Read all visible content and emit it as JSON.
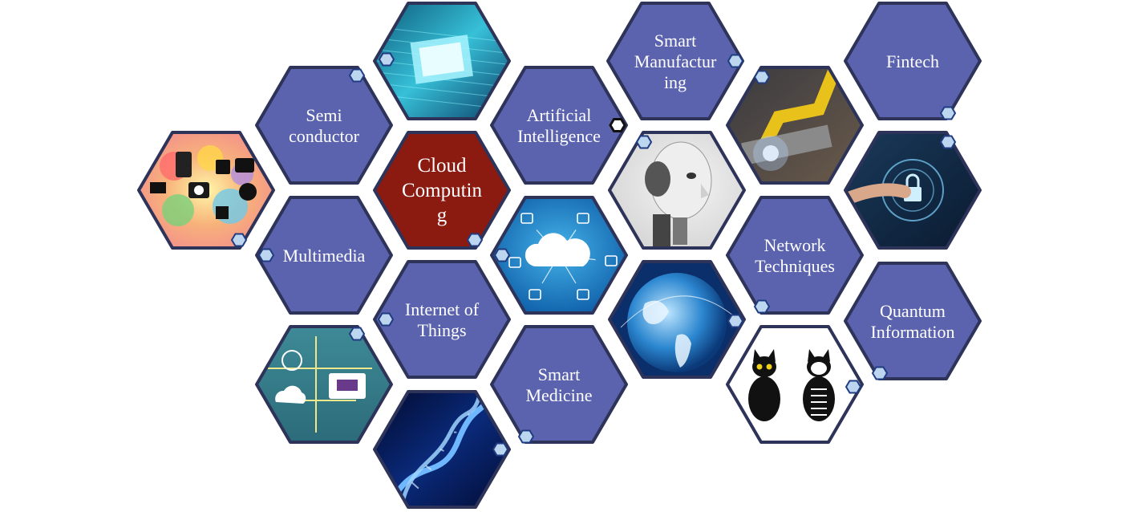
{
  "colors": {
    "topic_fill": "#5b63ae",
    "highlight_fill": "#8b1a10",
    "border": "#2e3359",
    "background": "#ffffff",
    "marker_fill": "#bcd6ef",
    "marker_stroke": "#1f3c82",
    "marker_dark": "#111111"
  },
  "topics": [
    {
      "id": "semiconductor",
      "lines": [
        "Semi",
        "conductor"
      ]
    },
    {
      "id": "cloud-computing",
      "lines": [
        "Cloud",
        "Computin",
        "g"
      ],
      "highlight": true
    },
    {
      "id": "artificial-intelligence",
      "lines": [
        "Artificial",
        "Intelligence"
      ]
    },
    {
      "id": "smart-manufacturing",
      "lines": [
        "Smart",
        "Manufactur",
        "ing"
      ]
    },
    {
      "id": "fintech",
      "lines": [
        "Fintech"
      ]
    },
    {
      "id": "multimedia",
      "lines": [
        "Multimedia"
      ]
    },
    {
      "id": "internet-of-things",
      "lines": [
        "Internet of",
        "Things"
      ]
    },
    {
      "id": "smart-medicine",
      "lines": [
        "Smart",
        "Medicine"
      ]
    },
    {
      "id": "network-techniques",
      "lines": [
        "Network",
        "Techniques"
      ]
    },
    {
      "id": "quantum-information",
      "lines": [
        "Quantum",
        "Information"
      ]
    }
  ],
  "images": [
    {
      "id": "social-media-icons"
    },
    {
      "id": "circuit-chip"
    },
    {
      "id": "robot-head"
    },
    {
      "id": "robot-arm-welding"
    },
    {
      "id": "cyber-security-lock"
    },
    {
      "id": "cloud-network-icons"
    },
    {
      "id": "globe-network"
    },
    {
      "id": "iot-flowchart"
    },
    {
      "id": "dna-helix"
    },
    {
      "id": "schrodinger-cats"
    }
  ]
}
